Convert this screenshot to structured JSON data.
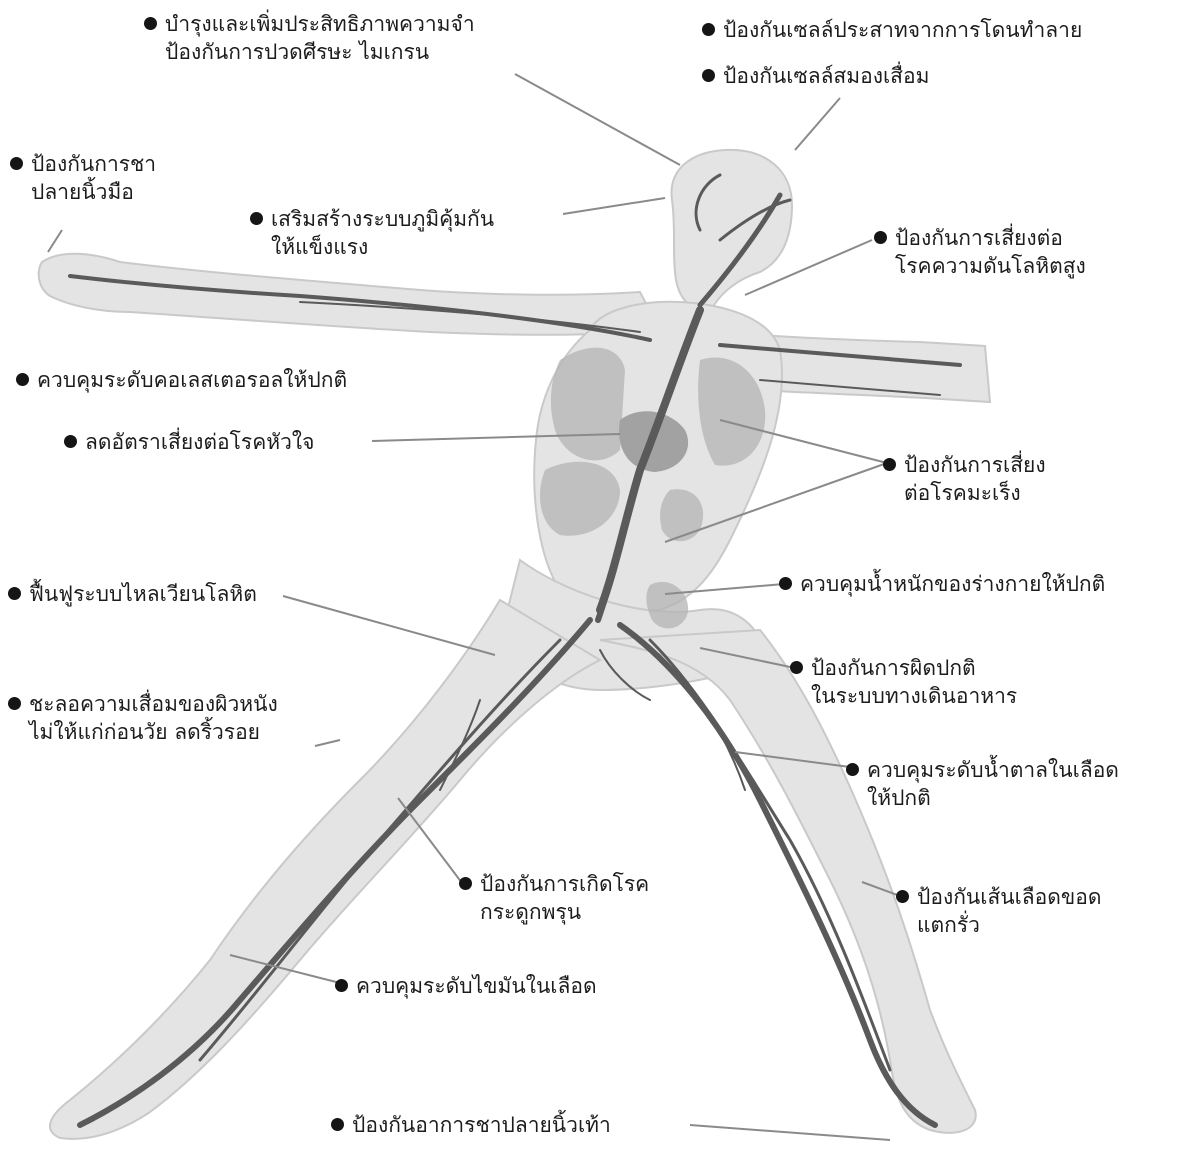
{
  "annotations": [
    {
      "id": "memory",
      "lines": [
        "บำรุงและเพิ่มประสิทธิภาพความจำ",
        "ป้องกันการปวดศีรษะ  ไมเกรน"
      ]
    },
    {
      "id": "nerve-cells",
      "lines": [
        "ป้องกันเซลล์ประสาทจากการโดนทำลาย"
      ]
    },
    {
      "id": "brain-cells",
      "lines": [
        "ป้องกันเซลล์สมองเสื่อม"
      ]
    },
    {
      "id": "finger-numbness",
      "lines": [
        "ป้องกันการชา",
        "ปลายนิ้วมือ"
      ]
    },
    {
      "id": "immunity",
      "lines": [
        "เสริมสร้างระบบภูมิคุ้มกัน",
        "ให้แข็งแรง"
      ]
    },
    {
      "id": "hypertension",
      "lines": [
        "ป้องกันการเสี่ยงต่อ",
        "โรคความดันโลหิตสูง"
      ]
    },
    {
      "id": "cholesterol",
      "lines": [
        "ควบคุมระดับคอเลสเตอรอลให้ปกติ"
      ]
    },
    {
      "id": "heart",
      "lines": [
        "ลดอัตราเสี่ยงต่อโรคหัวใจ"
      ]
    },
    {
      "id": "cancer",
      "lines": [
        "ป้องกันการเสี่ยง",
        "ต่อโรคมะเร็ง"
      ]
    },
    {
      "id": "circulation",
      "lines": [
        "ฟื้นฟูระบบไหลเวียนโลหิต"
      ]
    },
    {
      "id": "weight",
      "lines": [
        "ควบคุมน้ำหนักของร่างกายให้ปกติ"
      ]
    },
    {
      "id": "digestion",
      "lines": [
        "ป้องกันการผิดปกติ",
        "ในระบบทางเดินอาหาร"
      ]
    },
    {
      "id": "skin",
      "lines": [
        "ชะลอความเสื่อมของผิวหนัง",
        "ไม่ให้แก่ก่อนวัย ลดริ้วรอย"
      ]
    },
    {
      "id": "blood-sugar",
      "lines": [
        "ควบคุมระดับน้ำตาลในเลือด",
        "ให้ปกติ"
      ]
    },
    {
      "id": "osteoporosis",
      "lines": [
        "ป้องกันการเกิดโรค",
        "กระดูกพรุน"
      ]
    },
    {
      "id": "capillaries",
      "lines": [
        "ป้องกันเส้นเลือดขอด",
        "แตกรั่ว"
      ]
    },
    {
      "id": "blood-fat",
      "lines": [
        "ควบคุมระดับไขมันในเลือด"
      ]
    },
    {
      "id": "toe-numbness",
      "lines": [
        "ป้องกันอาการชาปลายนิ้วเท้า"
      ]
    }
  ],
  "colors": {
    "text": "#1c1c1c",
    "bullet": "#151515",
    "body_fill": "#e4e4e4",
    "vessel": "#5a5a5a",
    "leader": "#8a8a8a"
  }
}
